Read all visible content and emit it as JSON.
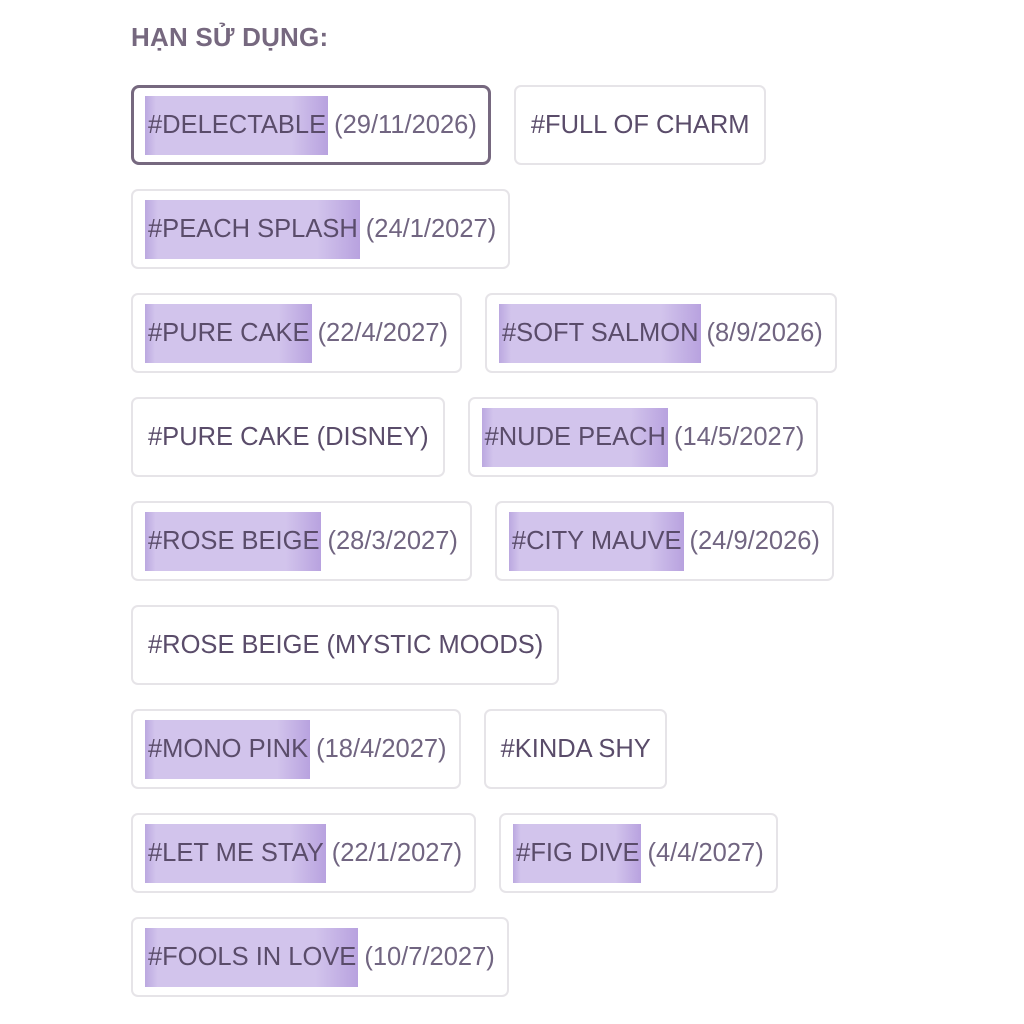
{
  "title": "HẠN SỬ DỤNG:",
  "colors": {
    "text": "#716581",
    "highlight": "#d2c4ec",
    "selected_border": "#76687f",
    "border": "#e6e4e8"
  },
  "rows": [
    [
      {
        "name": "#DELECTABLE",
        "date": "(29/11/2026)",
        "highlight": true,
        "selected": true
      },
      {
        "name": "#FULL OF CHARM",
        "date": "",
        "highlight": false
      }
    ],
    [
      {
        "name": "#PEACH SPLASH",
        "date": "(24/1/2027)",
        "highlight": true
      }
    ],
    [
      {
        "name": "#PURE CAKE",
        "date": "(22/4/2027)",
        "highlight": true
      },
      {
        "name": "#SOFT SALMON",
        "date": "(8/9/2026)",
        "highlight": true
      }
    ],
    [
      {
        "name": "#PURE CAKE (DISNEY)",
        "date": "",
        "highlight": false
      },
      {
        "name": "#NUDE PEACH",
        "date": "(14/5/2027)",
        "highlight": true
      }
    ],
    [
      {
        "name": "#ROSE BEIGE",
        "date": "(28/3/2027)",
        "highlight": true
      },
      {
        "name": "#CITY MAUVE",
        "date": "(24/9/2026)",
        "highlight": true
      }
    ],
    [
      {
        "name": "#ROSE BEIGE (MYSTIC MOODS)",
        "date": "",
        "highlight": false
      }
    ],
    [
      {
        "name": "#MONO PINK",
        "date": "(18/4/2027)",
        "highlight": true
      },
      {
        "name": "#KINDA SHY",
        "date": "",
        "highlight": false
      }
    ],
    [
      {
        "name": "#LET ME STAY",
        "date": "(22/1/2027)",
        "highlight": true
      },
      {
        "name": "#FIG DIVE",
        "date": "(4/4/2027)",
        "highlight": true
      }
    ],
    [
      {
        "name": "#FOOLS IN LOVE",
        "date": "(10/7/2027)",
        "highlight": true
      }
    ]
  ]
}
